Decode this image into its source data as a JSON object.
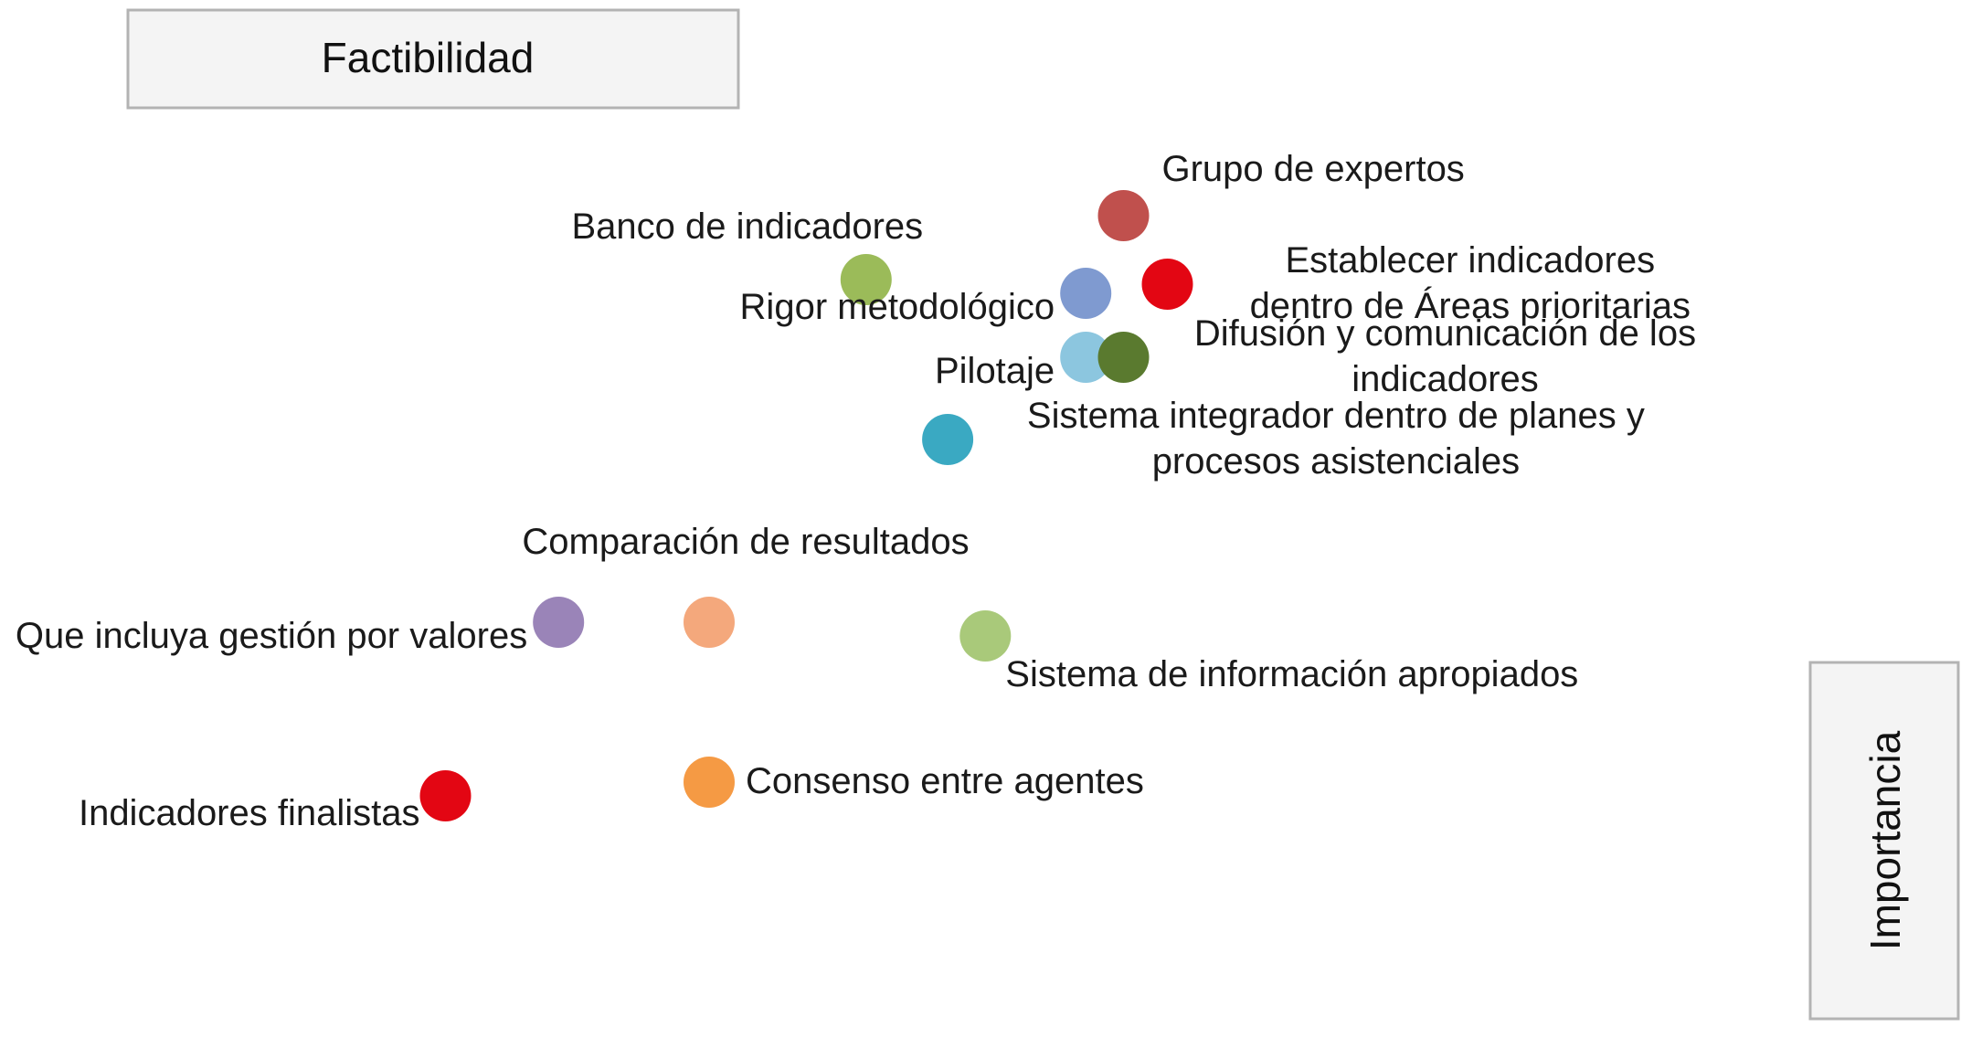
{
  "chart_data": {
    "type": "scatter",
    "xlabel": "Importancia",
    "ylabel": "Factibilidad",
    "grid": false,
    "legend": "none",
    "points": [
      {
        "name": "Grupo de expertos",
        "lines": [
          "Grupo de expertos"
        ],
        "x": 7.9,
        "y": 9.3,
        "color": "#c0504d",
        "label_pos": "upper-right",
        "label_align": "start"
      },
      {
        "name": "Banco de indicadores",
        "lines": [
          "Banco de indicadores"
        ],
        "x": 5.85,
        "y": 8.6,
        "color": "#9bbb59",
        "label_pos": "above-left",
        "label_align": "middle"
      },
      {
        "name": "Rigor metodológico",
        "lines": [
          "Rigor metodológico"
        ],
        "x": 7.6,
        "y": 8.45,
        "color": "#7f9ad0",
        "label_pos": "left",
        "label_align": "end"
      },
      {
        "name": "Establecer indicadores dentro de Áreas prioritarias",
        "lines": [
          "Establecer indicadores",
          "dentro de Áreas prioritarias"
        ],
        "x": 8.25,
        "y": 8.55,
        "color": "#e30613",
        "label_pos": "right",
        "label_align": "middle"
      },
      {
        "name": "Pilotaje",
        "lines": [
          "Pilotaje"
        ],
        "x": 7.6,
        "y": 7.75,
        "color": "#8cc6df",
        "label_pos": "left",
        "label_align": "end"
      },
      {
        "name": "Difusión y comunicación de los indicadores",
        "lines": [
          "Difusión y comunicación de los",
          "indicadores"
        ],
        "x": 7.9,
        "y": 7.75,
        "color": "#5a7a2f",
        "label_pos": "right",
        "label_align": "middle"
      },
      {
        "name": "Sistema integrador dentro de planes y procesos asistenciales",
        "lines": [
          "Sistema integrador dentro de planes y",
          "procesos asistenciales"
        ],
        "x": 6.5,
        "y": 6.85,
        "color": "#3aa9c2",
        "label_pos": "right",
        "label_align": "middle"
      },
      {
        "name": "Que incluya gestión  por valores",
        "lines": [
          "Que incluya gestión  por valores"
        ],
        "x": 3.4,
        "y": 4.85,
        "color": "#9a84b8",
        "label_pos": "left",
        "label_align": "end"
      },
      {
        "name": "Comparación de resultados",
        "lines": [
          "Comparación de resultados"
        ],
        "x": 4.6,
        "y": 4.85,
        "color": "#f4a87c",
        "label_pos": "above-right",
        "label_align": "middle"
      },
      {
        "name": "Sistema de información apropiados",
        "lines": [
          "Sistema de información apropiados"
        ],
        "x": 6.8,
        "y": 4.7,
        "color": "#a9c97a",
        "label_pos": "below-right",
        "label_align": "start"
      },
      {
        "name": "Consenso entre agentes",
        "lines": [
          "Consenso entre agentes"
        ],
        "x": 4.6,
        "y": 3.1,
        "color": "#f59a44",
        "label_pos": "right",
        "label_align": "start"
      },
      {
        "name": "Indicadores finalistas",
        "lines": [
          "Indicadores finalistas"
        ],
        "x": 2.5,
        "y": 2.95,
        "color": "#e30613",
        "label_pos": "below-left",
        "label_align": "end"
      }
    ]
  }
}
